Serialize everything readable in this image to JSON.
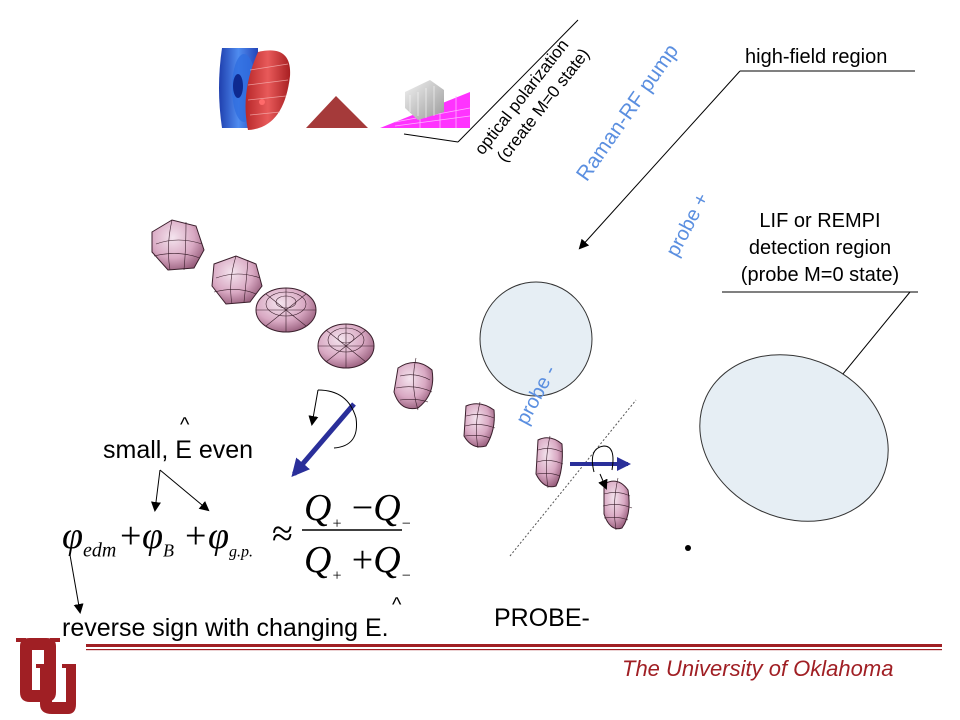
{
  "labels": {
    "high_field_region": "high-field region",
    "optical_polarization_1": "optical polarization",
    "optical_polarization_2": "(create M=0 state)",
    "raman_rf_pump": "Raman-RF pump",
    "probe_plus": "probe +",
    "probe_minus": "probe -",
    "lif_1": "LIF or REMPI",
    "lif_2": "detection region",
    "lif_3": "(probe M=0 state)",
    "small_e_even": "small, E even",
    "hat": "^",
    "reverse_sign": "reverse sign with changing E.",
    "probe_minus_caps": "PROBE-",
    "university": "The University of Oklahoma"
  },
  "equation": {
    "phi": "φ",
    "sub_edm": "edm",
    "sub_B": "B",
    "sub_gp": "g.p.",
    "plus": "+",
    "minus": "−",
    "approx": "≈",
    "Q": "Q",
    "sub_plus": "+",
    "sub_minus": "−"
  },
  "colors": {
    "accent_blue": "#5b8fe0",
    "arrow_navy": "#2a2f9a",
    "crimson": "#a01f24",
    "magenta": "#ff33ff",
    "ellipse_fill": "#e6eef4"
  }
}
